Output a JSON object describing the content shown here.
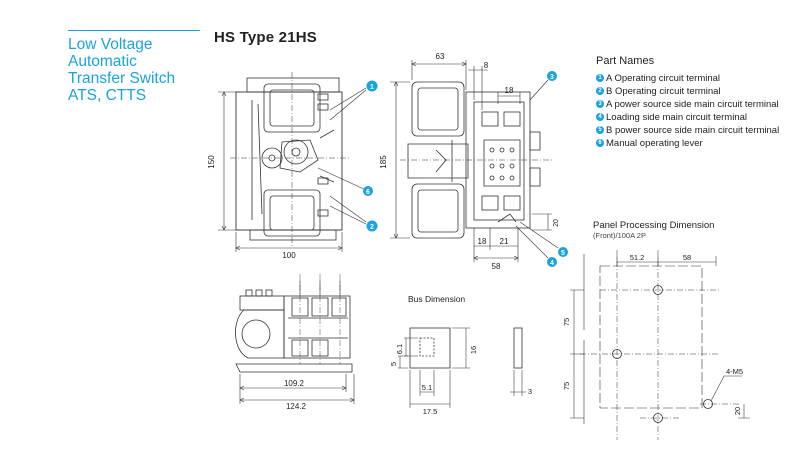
{
  "sidebar": {
    "title_lines": [
      "Low Voltage",
      "Automatic",
      "Transfer Switch",
      "ATS, CTTS"
    ]
  },
  "header": {
    "title": "HS Type 21HS"
  },
  "part_names": {
    "heading": "Part Names",
    "items": [
      {
        "num": "1",
        "text": "A Operating circuit terminal"
      },
      {
        "num": "2",
        "text": "B Operating circuit terminal"
      },
      {
        "num": "3",
        "text": "A power source side main circuit terminal"
      },
      {
        "num": "4",
        "text": "Loading side main circuit terminal"
      },
      {
        "num": "5",
        "text": "B power source side main circuit terminal"
      },
      {
        "num": "6",
        "text": "Manual operating lever"
      }
    ]
  },
  "panel_processing": {
    "title": "Panel Processing Dimension",
    "subtitle": "(Front)/100A 2P",
    "dims": {
      "top_left": "51.2",
      "top_right": "58",
      "left_upper": "75",
      "left_lower": "75",
      "hole_label": "4-M5",
      "right_offset": "20"
    }
  },
  "bus_dimension": {
    "title": "Bus Dimension",
    "dims": {
      "inner_h": "6.1",
      "inner_offset": "5",
      "inner_w": "5.1",
      "width": "17.5",
      "height": "16",
      "thickness": "3"
    }
  },
  "front_view": {
    "dims": {
      "height": "150",
      "width": "100"
    }
  },
  "side_view": {
    "dims": {
      "top_width": "63",
      "top_small": "8",
      "height": "185",
      "inner": "18",
      "bottom_a": "18",
      "bottom_b": "21",
      "bottom_total": "58",
      "right_small": "20"
    }
  },
  "bottom_view": {
    "dims": {
      "inner": "109.2",
      "total": "124.2"
    }
  },
  "markers": {
    "m1": "1",
    "m2": "2",
    "m3": "3",
    "m4": "4",
    "m5": "5",
    "m6": "6"
  },
  "colors": {
    "accent": "#1aa3dd",
    "line": "#333333"
  }
}
